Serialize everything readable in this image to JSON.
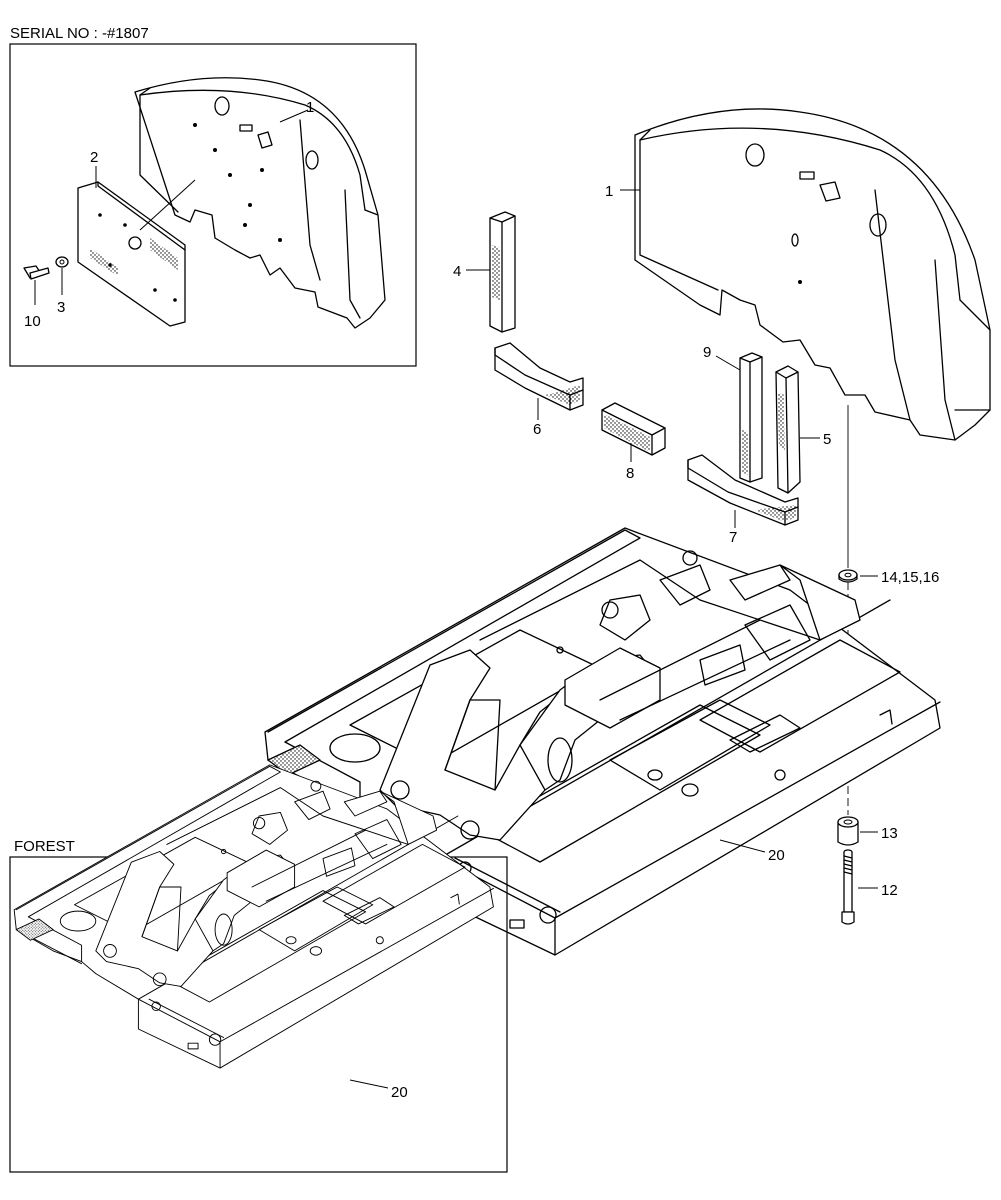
{
  "insets": {
    "serial": {
      "title": "SERIAL NO : -#1807"
    },
    "forest": {
      "title": "FOREST"
    }
  },
  "callouts": {
    "inset_counterweight": "1",
    "inset_plate": "2",
    "inset_washer": "3",
    "inset_bolt": "10",
    "counterweight": "1",
    "pad_4": "4",
    "pad_5": "5",
    "pad_6": "6",
    "pad_7": "7",
    "pad_8": "8",
    "pad_9": "9",
    "washer_group": "14,15,16",
    "spacer": "13",
    "bolt": "12",
    "frame": "20",
    "forest_frame": "20"
  }
}
